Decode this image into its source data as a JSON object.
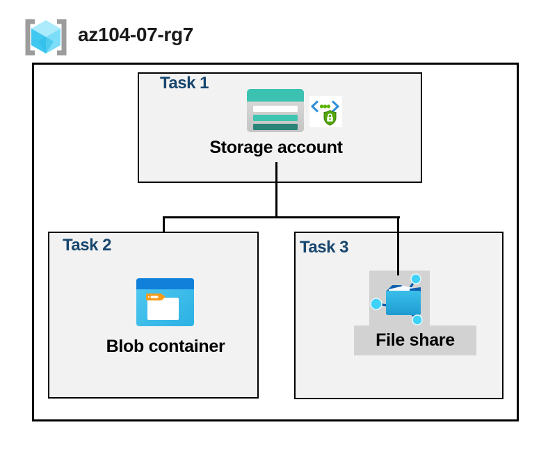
{
  "title": {
    "resource_group": "az104-07-rg7"
  },
  "tasks": [
    {
      "label": "Task 1",
      "item": "Storage account"
    },
    {
      "label": "Task 2",
      "item": "Blob container"
    },
    {
      "label": "Task 3",
      "item": "File share"
    }
  ],
  "icons": {
    "resource_group": "resource-group-icon",
    "storage_account": "storage-account-icon",
    "secure_access": "code-brackets-shield-lock-icon",
    "blob_container": "blob-container-icon",
    "file_share": "file-share-icon"
  },
  "colors": {
    "task_label_blue": "#17466E",
    "teal_primary": "#3BC2B0",
    "teal_dark": "#2A8478",
    "azure_blue_header": "#1180DB",
    "cyan_body": "#3FC0EB",
    "folder_tab_orange": "#F79C1D",
    "sas_green": "#5DB300",
    "shield_green": "#54A60B",
    "chevron_blue": "#2E8FDB",
    "file_share_dark_blue": "#0E5FAE",
    "node_cyan": "#3FD2F6",
    "box_fill_gray": "#F2F2F2",
    "highlight_gray": "#D2D2D2",
    "bracket_gray": "#9C9C9C"
  }
}
